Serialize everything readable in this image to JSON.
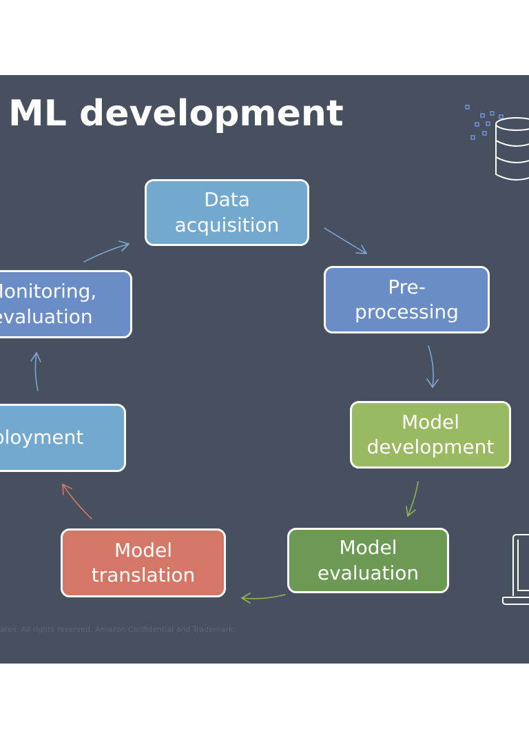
{
  "slide": {
    "title": "ML development",
    "footer": "ates. All rights reserved. Amazon Confidential and Trademark"
  },
  "nodes": {
    "data_acquisition": "Data\nacquisition",
    "pre_processing": "Pre-\nprocessing",
    "model_development": "Model\ndevelopment",
    "model_evaluation": "Model\nevaluation",
    "model_translation": "Model\ntranslation",
    "deployment": "eployment",
    "monitoring": "Monitoring,\nevaluation"
  },
  "colors": {
    "background": "#47505f",
    "light_blue": "#74a9cf",
    "blue": "#6a8dc8",
    "light_green": "#9aba62",
    "green": "#6c9a55",
    "red": "#d57766",
    "arrow_blue": "#7fa6d6",
    "arrow_green": "#92b25a",
    "arrow_red": "#d57766",
    "icon_blue": "#6f8fd8"
  },
  "icons": [
    "database-icon",
    "laptop-icon"
  ]
}
